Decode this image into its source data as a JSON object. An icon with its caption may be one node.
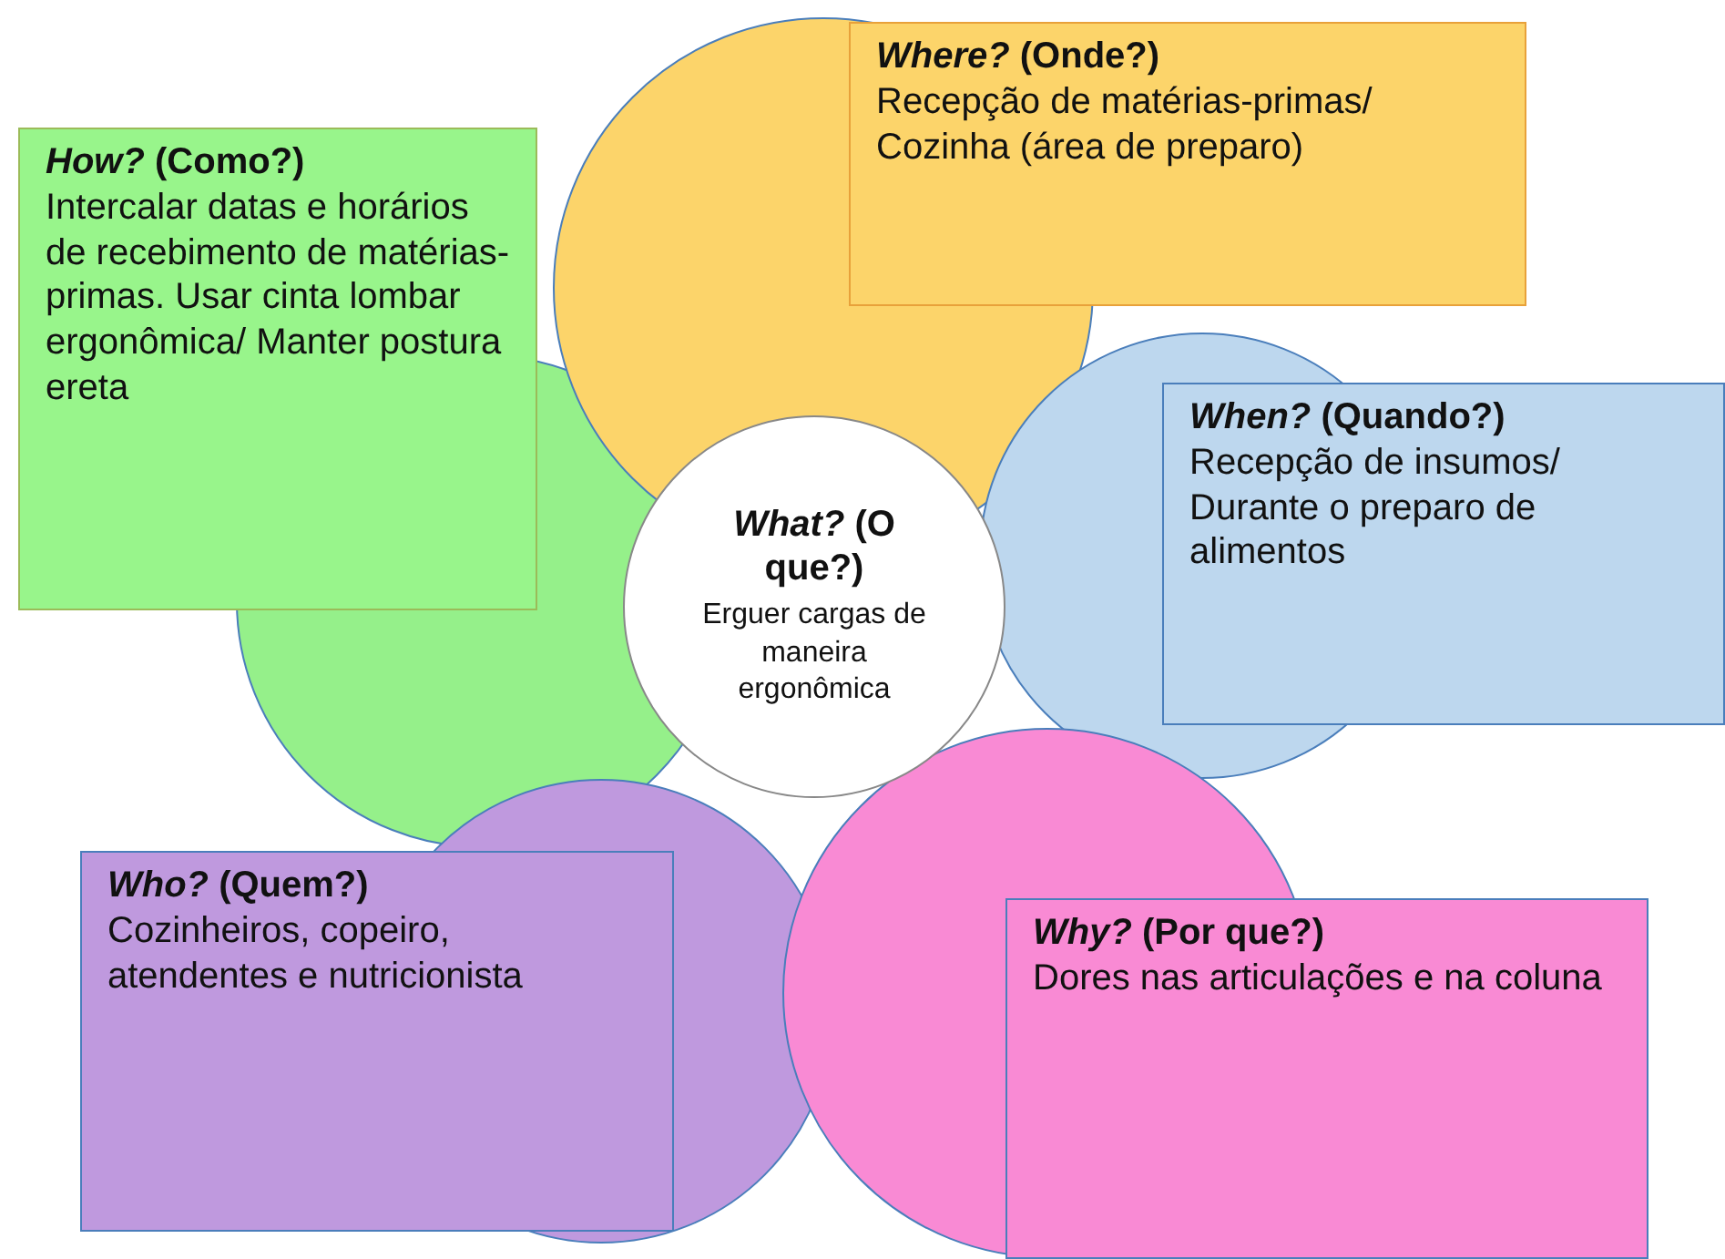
{
  "diagram": {
    "nodes": [
      {
        "text": [
          "*Where?* (Onde?)",
          "Recepção de matérias-primas/ Cozinha (área de preparo)"
        ]
      },
      {
        "text": [
          "*How?* (Como?)",
          "Intercalar datas e horários de recebimento de matérias-primas. Usar cinta lombar ergonômica/ Manter postura ereta"
        ]
      },
      {
        "text": [
          "*What?* (O que?)",
          "Erguer cargas de maneira ergonômica"
        ]
      },
      {
        "text": [
          "*When?* (Quando?)",
          "Recepção de insumos/ Durante o preparo de alimentos"
        ]
      },
      {
        "text": [
          "*Who?* (Quem?)",
          "Cozinheiros, copeiro, atendentes e nutricionista"
        ]
      },
      {
        "text": [
          "*Why?* (Por que?)",
          "Dores nas articulações e na coluna"
        ]
      }
    ]
  }
}
